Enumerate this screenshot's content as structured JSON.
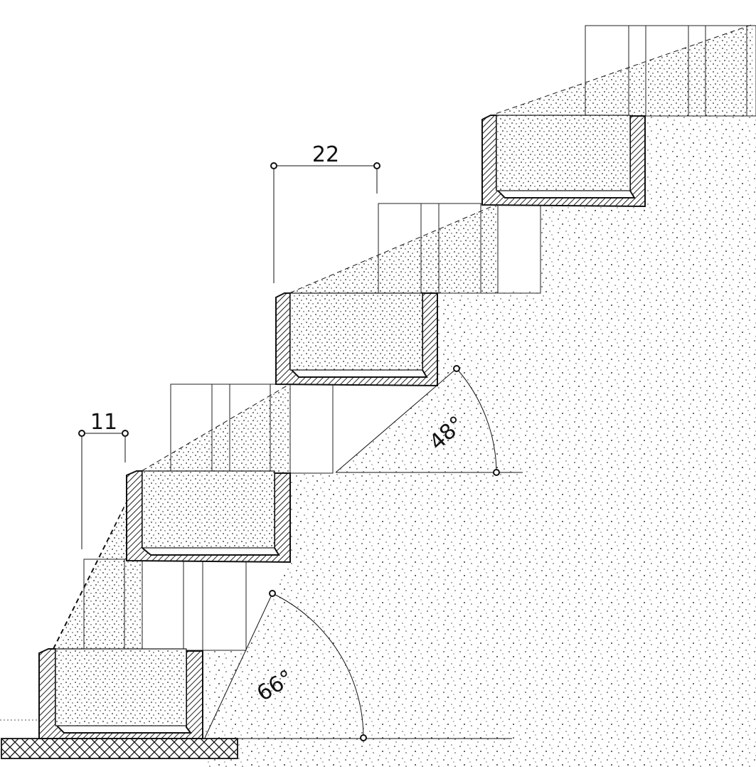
{
  "dimensions": [
    {
      "id": "dim-22",
      "label": "22"
    },
    {
      "id": "dim-11",
      "label": "11"
    }
  ],
  "angles": [
    {
      "id": "angle-48",
      "label": "48°",
      "degrees": 48
    },
    {
      "id": "angle-66",
      "label": "66°",
      "degrees": 66
    }
  ],
  "colors": {
    "ink": "#111111",
    "paper": "#ffffff",
    "hatch": "#222222",
    "fill_dots": "#333333"
  }
}
